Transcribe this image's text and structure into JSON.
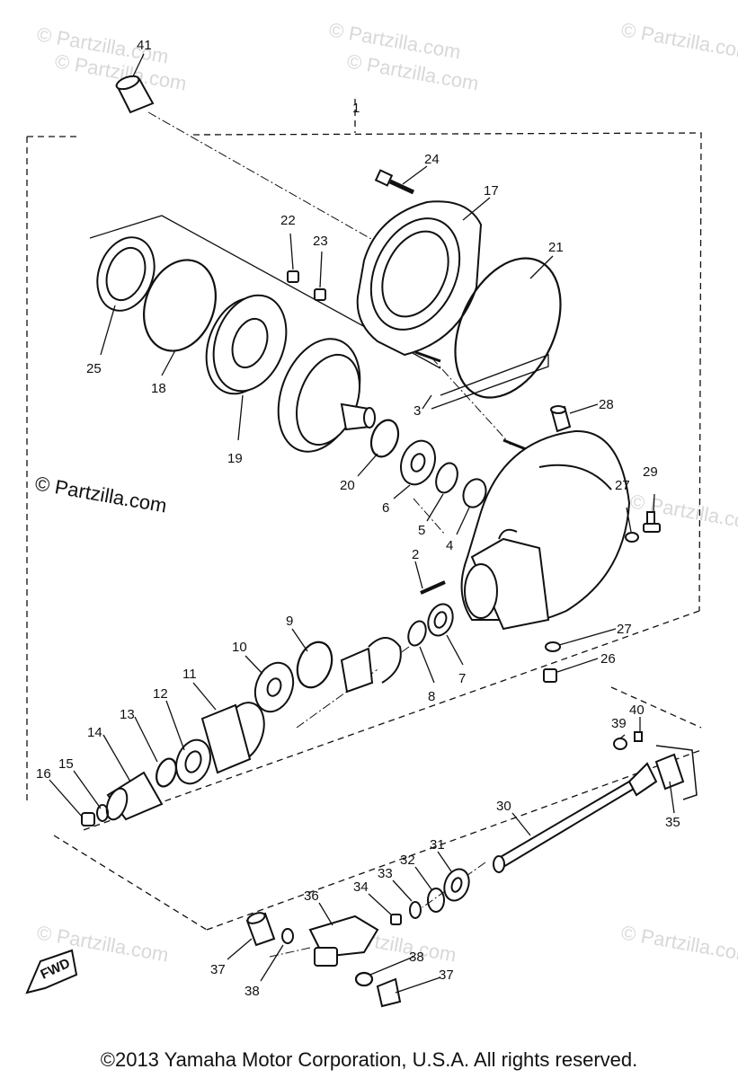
{
  "watermark_text": "© Partzilla.com",
  "copyright": "©2013 Yamaha Motor Corporation, U.S.A. All rights reserved.",
  "fwd_label": "FWD",
  "callouts": [
    "41",
    "1",
    "24",
    "17",
    "22",
    "23",
    "21",
    "25",
    "18",
    "19",
    "3",
    "28",
    "20",
    "6",
    "5",
    "4",
    "29",
    "27",
    "2",
    "9",
    "10",
    "11",
    "12",
    "13",
    "14",
    "15",
    "16",
    "8",
    "7",
    "27",
    "26",
    "39",
    "40",
    "35",
    "30",
    "31",
    "32",
    "33",
    "34",
    "36",
    "37",
    "38",
    "38",
    "37"
  ]
}
